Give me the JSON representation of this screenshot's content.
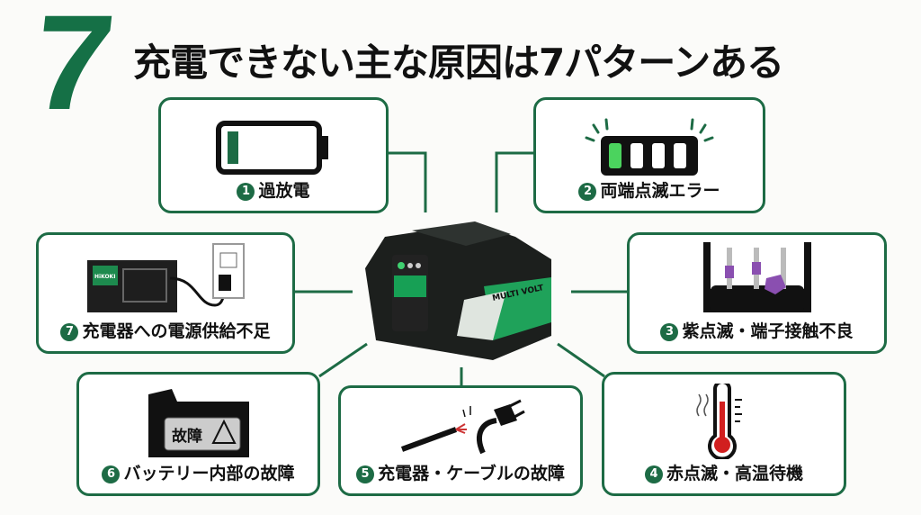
{
  "header": {
    "number": "7",
    "title": "充電できない主な原因は7パターンある"
  },
  "causes": [
    {
      "num": "1",
      "label": "過放電",
      "icon": "low-battery-icon"
    },
    {
      "num": "2",
      "label": "両端点滅エラー",
      "icon": "blinking-indicator-icon"
    },
    {
      "num": "3",
      "label": "紫点滅・端子接触不良",
      "icon": "terminal-contact-icon"
    },
    {
      "num": "4",
      "label": "赤点滅・高温待機",
      "icon": "thermometer-icon"
    },
    {
      "num": "5",
      "label": "充電器・ケーブルの故障",
      "icon": "broken-cable-icon"
    },
    {
      "num": "6",
      "label": "バッテリー内部の故障",
      "icon": "battery-fault-icon",
      "badge": "故障"
    },
    {
      "num": "7",
      "label": "充電器への電源供給不足",
      "icon": "charger-outlet-icon",
      "brand": "HiKOKI"
    }
  ],
  "battery": {
    "brand": "MULTI VOLT"
  },
  "colors": {
    "accent": "#1d6b45",
    "purple": "#8a4fb0",
    "red": "#d11f1f"
  }
}
